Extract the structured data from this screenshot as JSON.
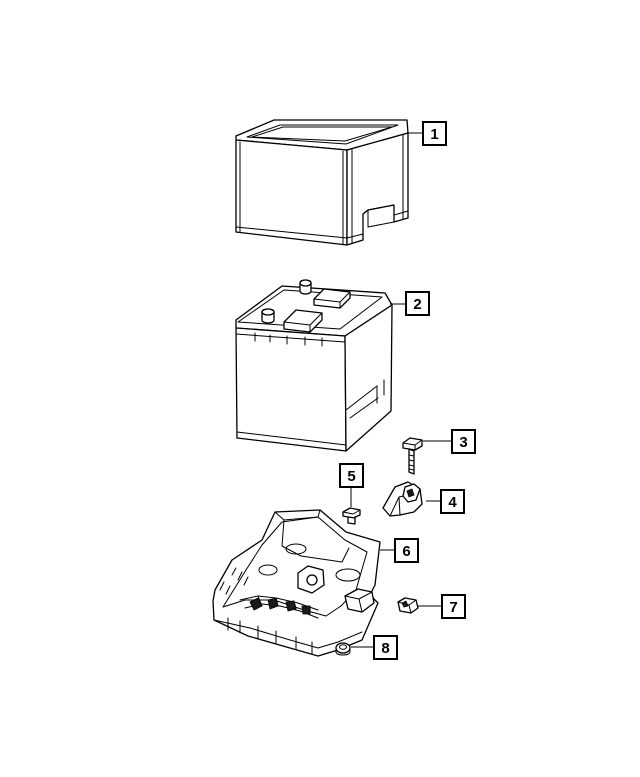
{
  "callouts": [
    {
      "id": "1",
      "label": "1",
      "part": "battery-insulator-sleeve"
    },
    {
      "id": "2",
      "label": "2",
      "part": "battery"
    },
    {
      "id": "3",
      "label": "3",
      "part": "bolt"
    },
    {
      "id": "4",
      "label": "4",
      "part": "battery-hold-down-clamp"
    },
    {
      "id": "5",
      "label": "5",
      "part": "bolt"
    },
    {
      "id": "6",
      "label": "6",
      "part": "battery-tray"
    },
    {
      "id": "7",
      "label": "7",
      "part": "clip"
    },
    {
      "id": "8",
      "label": "8",
      "part": "nut"
    }
  ]
}
